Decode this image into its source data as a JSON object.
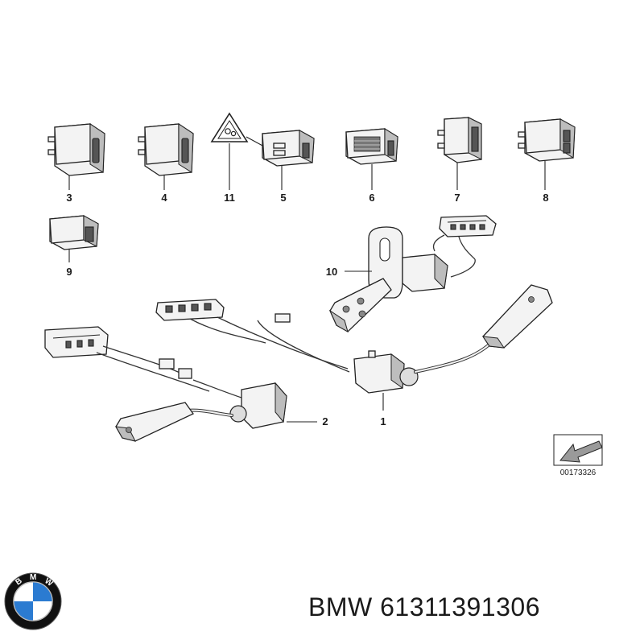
{
  "diagram": {
    "callouts": {
      "c1": "1",
      "c2": "2",
      "c3": "3",
      "c4": "4",
      "c5": "5",
      "c6": "6",
      "c7": "7",
      "c8": "8",
      "c9": "9",
      "c10": "10",
      "c11": "11"
    },
    "drawing_code": "00173326"
  },
  "footer": {
    "brand": "BMW",
    "part_number": "61311391306",
    "logo_letters": "BMW"
  },
  "colors": {
    "line": "#222222",
    "part_fill": "#f3f3f3",
    "logo_blue": "#2b7bd1",
    "logo_ring": "#111111"
  }
}
